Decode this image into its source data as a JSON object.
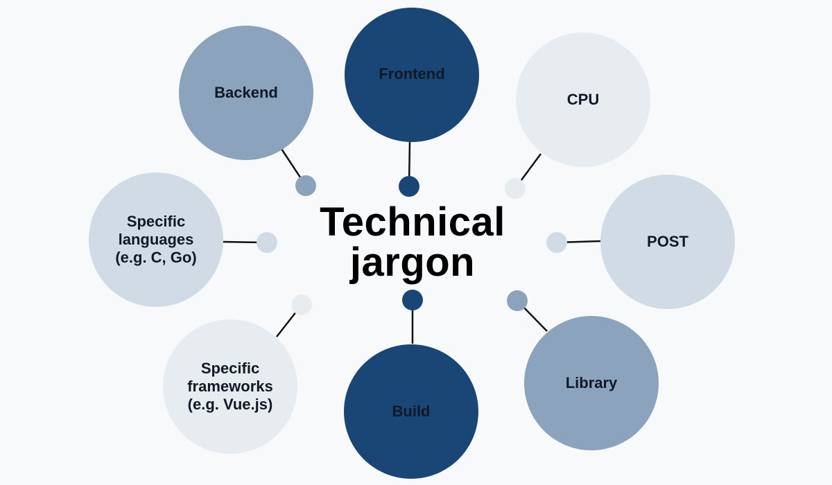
{
  "title": "Technical jargon",
  "title_lines": [
    "Technical",
    "jargon"
  ],
  "colors": {
    "background": "#f7f9fb",
    "dark_blue": "#194675",
    "mid_blue": "#8ba3bd",
    "light_blue": "#d0dbe5",
    "pale": "#e7ecf0",
    "text": "#111827",
    "connector": "#111111"
  },
  "nodes": [
    {
      "id": "frontend",
      "label": "Frontend",
      "shade": "dark"
    },
    {
      "id": "cpu",
      "label": "CPU",
      "shade": "pale"
    },
    {
      "id": "post",
      "label": "POST",
      "shade": "light"
    },
    {
      "id": "library",
      "label": "Library",
      "shade": "mid"
    },
    {
      "id": "build",
      "label": "Build",
      "shade": "dark"
    },
    {
      "id": "frameworks",
      "label": "Specific frameworks (e.g. Vue.js)",
      "shade": "pale"
    },
    {
      "id": "languages",
      "label": "Specific languages (e.g. C, Go)",
      "shade": "light"
    },
    {
      "id": "backend",
      "label": "Backend",
      "shade": "mid"
    }
  ]
}
